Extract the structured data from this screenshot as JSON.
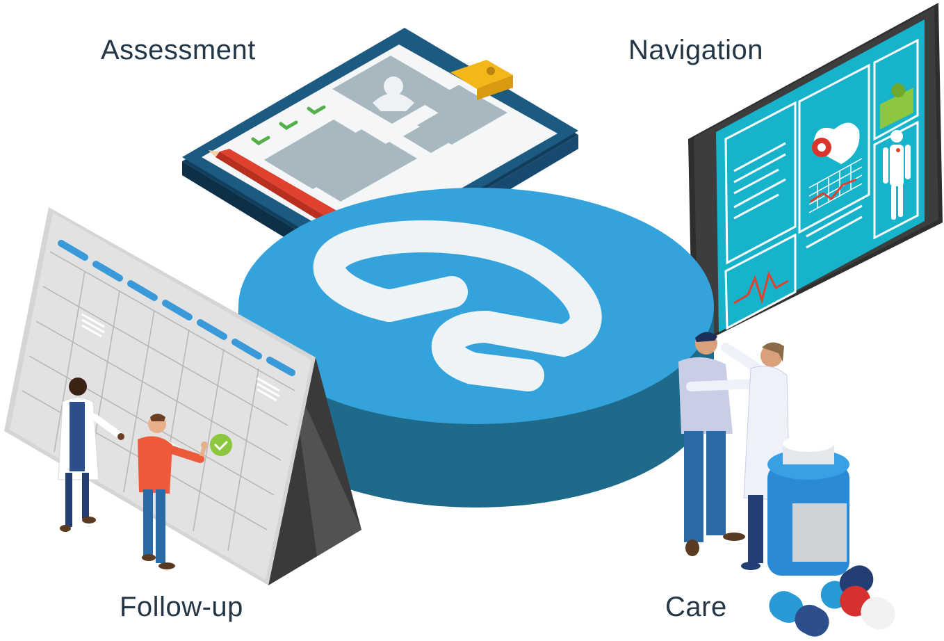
{
  "labels": {
    "assessment": "Assessment",
    "navigation": "Navigation",
    "follow_up": "Follow-up",
    "care": "Care"
  },
  "colors": {
    "text": "#243645",
    "hub_top": "#35a4db",
    "hub_side": "#1f6d8e",
    "logo": "#eef4f6",
    "clipboard_board": "#1d4f73",
    "clip": "#f3b71a",
    "pencil": "#e0402e",
    "check": "#6fbf4a",
    "tablet_frame": "#3b3b3b",
    "tablet_screen": "#1ab6cc",
    "calendar_page": "#dcdcdc",
    "calendar_stripe": "#3a9ad9",
    "calendar_check": "#8dc63f",
    "bottle": "#2a8ad6",
    "capsule_red": "#d63131"
  },
  "icons": {
    "hub": "stylized-s-logo-icon",
    "assessment": "clipboard-icon",
    "navigation": "tablet-icon",
    "follow_up": "calendar-icon",
    "care": "medicine-bottle-icon"
  }
}
